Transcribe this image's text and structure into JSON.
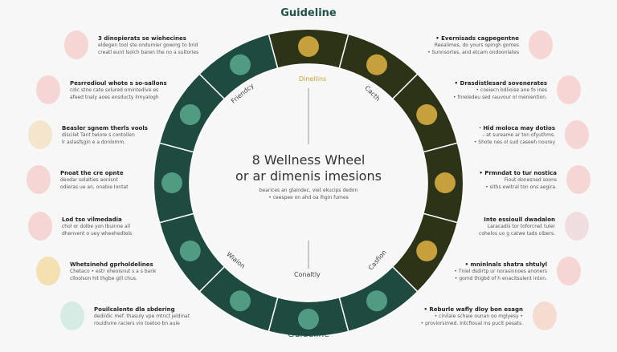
{
  "title": "Guideline",
  "bottom_label": "Guideline",
  "center": {
    "title_line1": "8 Wellness Wheel",
    "title_line2": "or ar dimenis imesions",
    "sub1": "bearices an glaindec, viet ekucips dedon",
    "sub2": "• ceespee on ahd oa lhgin fumes"
  },
  "ring_labels": {
    "top": "Dinellins",
    "upper_left": "Friendcy",
    "upper_right": "Cacth",
    "lower_left": "Wiaion",
    "lower_right": "Casfion",
    "bottom": "Conaltly"
  },
  "colors": {
    "teal": "#1e4a40",
    "olive": "#2d3317",
    "gold": "#e0b443"
  },
  "left_items": [
    {
      "h": "3 dinopierats se wiehecines",
      "t1": "eldegen tool ste ondumier gowing to brid",
      "t2": "creatl eunt lsolch baren the no a sultories",
      "bg": "#f6d6d4"
    },
    {
      "h": "Pesrredioul whote s so-sallons",
      "t1": "cdic stne cate sxlured omintedive es",
      "t2": "afeed tnaly aoes ensducty ilmyalogh",
      "bg": "#f6d6d4"
    },
    {
      "h": "Beasler sgnem therls vools",
      "t1": "discilet Tant twiore s contollen",
      "t2": "lr aslasfsgin e a donlomm.",
      "bg": "#f4e6cc"
    },
    {
      "h": "Pnoat the cre opnte",
      "t1": "deodar solalties aonisnt",
      "t2": "odieras ue an, onabie lontat",
      "bg": "#f6d6d4"
    },
    {
      "h": "Lod tso vilmedadia",
      "t1": "chol or dolbe yon lbuinne all",
      "t2": "dhenvent o uey wheehedtels",
      "bg": "#f6d6d4"
    },
    {
      "h": "Whetsinehd gprholdelines",
      "t1": "Chetaco • estr oheoisnut s a s bank",
      "t2": "clloolson hit thgbe gill chus.",
      "bg": "#f4e0b0"
    },
    {
      "h": "Pouilcalente dla sbdering",
      "t1": "dediidic mef. thasuly vpe mtnct jeldinat",
      "t2": "rouidivire raciers vio toetoo bn auie",
      "bg": "#d6ebe4"
    }
  ],
  "right_items": [
    {
      "h": "• Evernisads cagpegentne",
      "t1": "Reealimes, do yours opingh gomes",
      "t2": "• Sunnsortes, and etcam ondoonlates",
      "bg": "#f6d6d4"
    },
    {
      "h": "• Drasdistlesard sovenerates",
      "t1": "• coeiecn bdlioise ane fo ines",
      "t2": "• fnreledeu sed rauvour ol meniention.",
      "bg": "#f6d6d4"
    },
    {
      "h": "· Hid moloca may dotios",
      "t1": "– at sureame ar ton ofyuthms.",
      "t2": "• Shote nes ol sud caseeh nourey",
      "bg": "#f6d6d4"
    },
    {
      "h": "• Prmndat to tur nostica",
      "t1": "Fiout donesned soons",
      "t2": "• siths ewitral ton ons aegira.",
      "bg": "#f6d6d4"
    },
    {
      "h": "Inte essioull dwadalon",
      "t1": "Laracadis tor toforcnet tuler",
      "t2": "cohelos uo g catwe tads oibers.",
      "bg": "#f0dde0"
    },
    {
      "h": "• mninlnals shatra shtulyl",
      "t1": "• Tniel dsdirtp ur norasinnoes anoners",
      "t2": "• gomd thigbd of h enacitsulent inton.",
      "bg": "#f6d6d4"
    },
    {
      "h": "• Reburle wafly dloy bon esagn",
      "t1": "• cinilaie schaie ounan oo mglyesy •",
      "t2": "• proviorsimed. Intcfioual ins pucit pesats.",
      "bg": "#f4dcd0"
    }
  ]
}
